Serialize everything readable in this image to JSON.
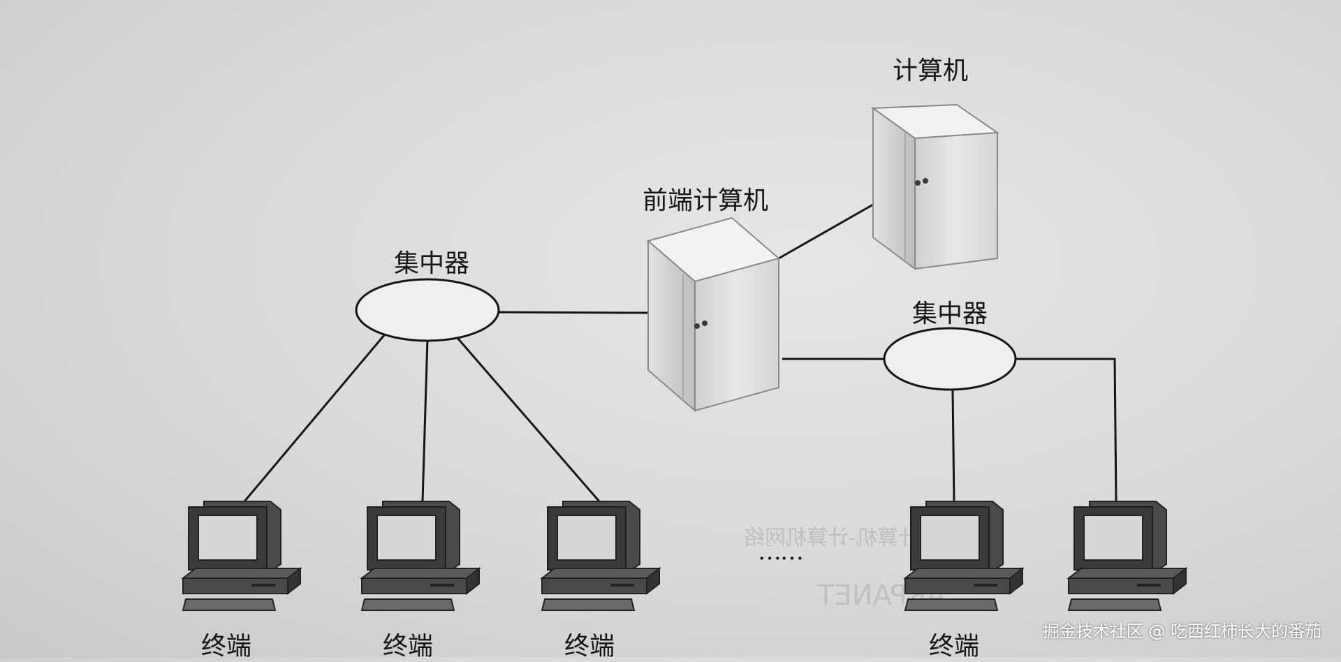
{
  "nodes": {
    "computer": {
      "label": "计算机"
    },
    "front_end": {
      "label": "前端计算机"
    },
    "hub_left": {
      "label": "集中器"
    },
    "hub_right": {
      "label": "集中器"
    },
    "terminal_label": "终端",
    "ellipsis": "……"
  },
  "watermark": "掘金技术社区 @ 吃西红柿长大的番茄",
  "bleed_through": {
    "caption": "图1-3  计算机-计算机网络",
    "word": "ARPANET"
  }
}
